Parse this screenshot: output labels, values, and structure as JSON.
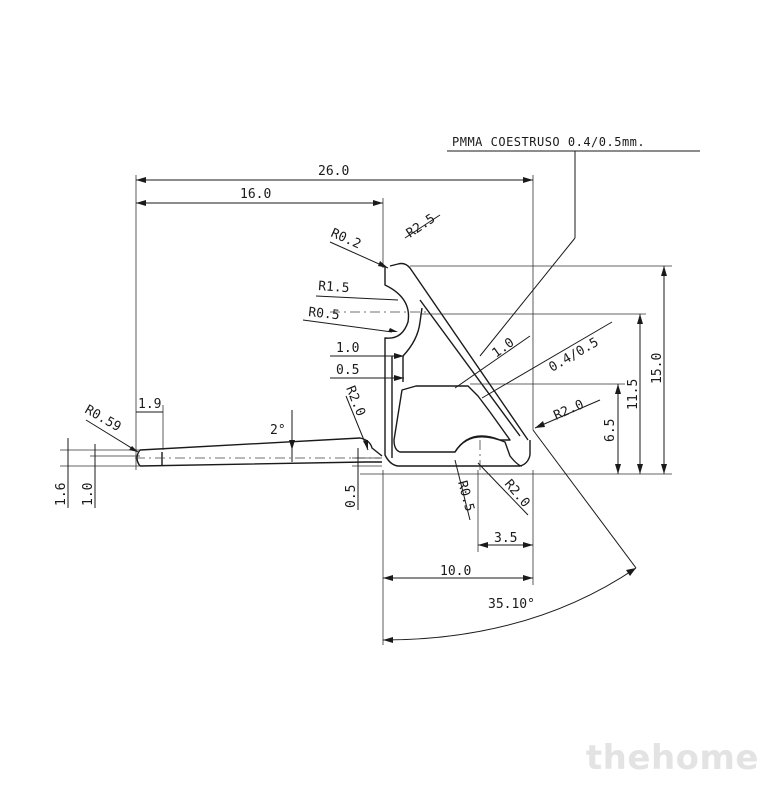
{
  "note": "PMMA COESTRUSO 0.4/0.5mm.",
  "dims": {
    "d26": "26.0",
    "d16": "16.0",
    "d10": "10.0",
    "d3_5": "3.5",
    "d1_9": "1.9",
    "d15": "15.0",
    "d11_5": "11.5",
    "d6_5": "6.5",
    "d1_6": "1.6",
    "d1_0_left": "1.0",
    "d0_5_bottom": "0.5",
    "d1_0_inner": "1.0",
    "d0_5_inner": "0.5",
    "wall_1_0": "1.0",
    "wall_04_05": "0.4/0.5",
    "angle_2": "2°",
    "angle_35": "35.10°"
  },
  "radii": {
    "r0_2": "R0.2",
    "r2_5": "R2.5",
    "r1_5": "R1.5",
    "r0_5_top": "R0.5",
    "r0_59": "R0.59",
    "r2_0_left": "R2.0",
    "r2_0_right": "R2.0",
    "r0_5_bottom": "R0.5",
    "r2_0_bottom": "R2.0"
  },
  "watermark": "thehome"
}
